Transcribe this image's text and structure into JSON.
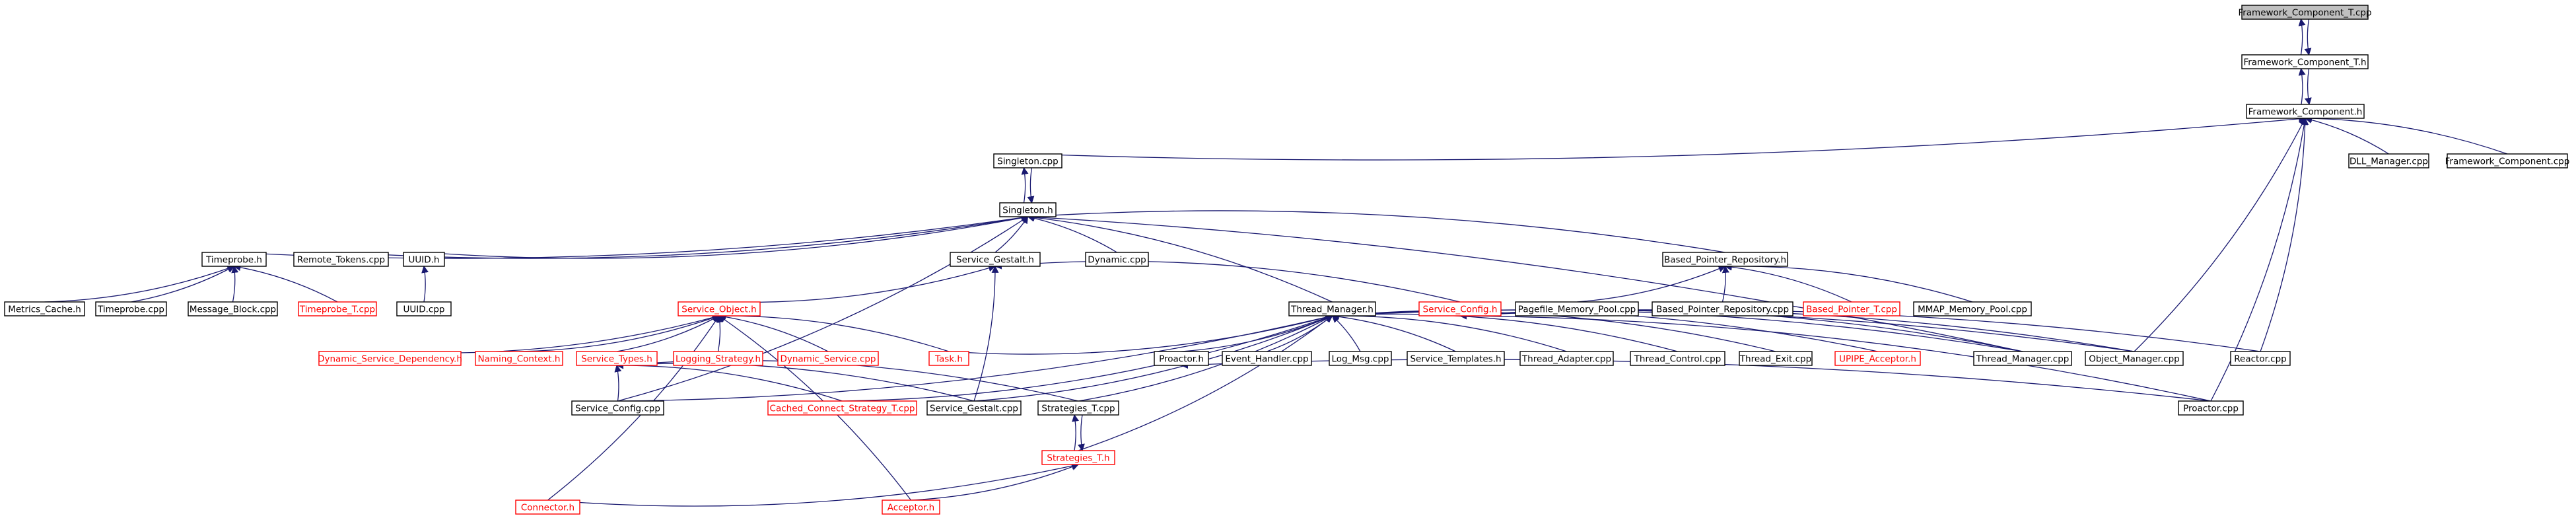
{
  "diagram": {
    "type": "include-dependency-graph",
    "colors": {
      "edge": "#191970",
      "normal_border": "#000000",
      "red_border": "#ff0000",
      "root_fill": "#bfbfbf"
    },
    "nodes": [
      {
        "id": "fct_cpp",
        "label": "Framework_Component_T.cpp",
        "style": "root"
      },
      {
        "id": "fct_h",
        "label": "Framework_Component_T.h",
        "style": "normal"
      },
      {
        "id": "fc_h",
        "label": "Framework_Component.h",
        "style": "normal"
      },
      {
        "id": "singleton_cpp",
        "label": "Singleton.cpp",
        "style": "normal"
      },
      {
        "id": "dll_manager_cpp",
        "label": "DLL_Manager.cpp",
        "style": "normal"
      },
      {
        "id": "fc_cpp",
        "label": "Framework_Component.cpp",
        "style": "normal"
      },
      {
        "id": "singleton_h",
        "label": "Singleton.h",
        "style": "normal"
      },
      {
        "id": "timeprobe_h",
        "label": "Timeprobe.h",
        "style": "normal"
      },
      {
        "id": "remote_tokens_cpp",
        "label": "Remote_Tokens.cpp",
        "style": "normal"
      },
      {
        "id": "uuid_h",
        "label": "UUID.h",
        "style": "normal"
      },
      {
        "id": "service_gestalt_h",
        "label": "Service_Gestalt.h",
        "style": "normal"
      },
      {
        "id": "dynamic_cpp",
        "label": "Dynamic.cpp",
        "style": "normal"
      },
      {
        "id": "bpr_h",
        "label": "Based_Pointer_Repository.h",
        "style": "normal"
      },
      {
        "id": "metrics_cache_h",
        "label": "Metrics_Cache.h",
        "style": "normal"
      },
      {
        "id": "timeprobe_cpp",
        "label": "Timeprobe.cpp",
        "style": "normal"
      },
      {
        "id": "message_block_cpp",
        "label": "Message_Block.cpp",
        "style": "normal"
      },
      {
        "id": "timeprobe_t_cpp",
        "label": "Timeprobe_T.cpp",
        "style": "red"
      },
      {
        "id": "uuid_cpp",
        "label": "UUID.cpp",
        "style": "normal"
      },
      {
        "id": "service_object_h",
        "label": "Service_Object.h",
        "style": "red"
      },
      {
        "id": "thread_manager_h",
        "label": "Thread_Manager.h",
        "style": "normal"
      },
      {
        "id": "service_config_h",
        "label": "Service_Config.h",
        "style": "red"
      },
      {
        "id": "pmp_cpp",
        "label": "Pagefile_Memory_Pool.cpp",
        "style": "normal"
      },
      {
        "id": "bpr_cpp",
        "label": "Based_Pointer_Repository.cpp",
        "style": "normal"
      },
      {
        "id": "bpt_cpp",
        "label": "Based_Pointer_T.cpp",
        "style": "red"
      },
      {
        "id": "mmap_cpp",
        "label": "MMAP_Memory_Pool.cpp",
        "style": "normal"
      },
      {
        "id": "dsd_h",
        "label": "Dynamic_Service_Dependency.h",
        "style": "red"
      },
      {
        "id": "naming_context_h",
        "label": "Naming_Context.h",
        "style": "red"
      },
      {
        "id": "svc_types_h",
        "label": "Service_Types.h",
        "style": "red"
      },
      {
        "id": "logging_strategy_h",
        "label": "Logging_Strategy.h",
        "style": "red"
      },
      {
        "id": "dynamic_service_cpp",
        "label": "Dynamic_Service.cpp",
        "style": "red"
      },
      {
        "id": "task_h",
        "label": "Task.h",
        "style": "red"
      },
      {
        "id": "proactor_h",
        "label": "Proactor.h",
        "style": "normal"
      },
      {
        "id": "event_handler_cpp",
        "label": "Event_Handler.cpp",
        "style": "normal"
      },
      {
        "id": "log_msg_cpp",
        "label": "Log_Msg.cpp",
        "style": "normal"
      },
      {
        "id": "svc_templates_h",
        "label": "Service_Templates.h",
        "style": "normal"
      },
      {
        "id": "thread_adapter_cpp",
        "label": "Thread_Adapter.cpp",
        "style": "normal"
      },
      {
        "id": "thread_control_cpp",
        "label": "Thread_Control.cpp",
        "style": "normal"
      },
      {
        "id": "thread_exit_cpp",
        "label": "Thread_Exit.cpp",
        "style": "normal"
      },
      {
        "id": "upipe_acceptor_h",
        "label": "UPIPE_Acceptor.h",
        "style": "red"
      },
      {
        "id": "thread_manager_cpp",
        "label": "Thread_Manager.cpp",
        "style": "normal"
      },
      {
        "id": "object_manager_cpp",
        "label": "Object_Manager.cpp",
        "style": "normal"
      },
      {
        "id": "reactor_cpp",
        "label": "Reactor.cpp",
        "style": "normal"
      },
      {
        "id": "service_config_cpp",
        "label": "Service_Config.cpp",
        "style": "normal"
      },
      {
        "id": "ccst_cpp",
        "label": "Cached_Connect_Strategy_T.cpp",
        "style": "red"
      },
      {
        "id": "service_gestalt_cpp",
        "label": "Service_Gestalt.cpp",
        "style": "normal"
      },
      {
        "id": "strategies_t_cpp",
        "label": "Strategies_T.cpp",
        "style": "normal"
      },
      {
        "id": "proactor_cpp",
        "label": "Proactor.cpp",
        "style": "normal"
      },
      {
        "id": "strategies_t_h",
        "label": "Strategies_T.h",
        "style": "red"
      },
      {
        "id": "connector_h",
        "label": "Connector.h",
        "style": "red"
      },
      {
        "id": "acceptor_h",
        "label": "Acceptor.h",
        "style": "red"
      }
    ],
    "edges": [
      [
        "fct_h",
        "fct_cpp"
      ],
      [
        "fct_cpp",
        "fct_h"
      ],
      [
        "fc_h",
        "fct_h"
      ],
      [
        "fct_h",
        "fc_h"
      ],
      [
        "singleton_cpp",
        "fc_h"
      ],
      [
        "dll_manager_cpp",
        "fc_h"
      ],
      [
        "fc_cpp",
        "fc_h"
      ],
      [
        "object_manager_cpp",
        "fc_h"
      ],
      [
        "reactor_cpp",
        "fc_h"
      ],
      [
        "proactor_cpp",
        "fc_h"
      ],
      [
        "singleton_h",
        "singleton_cpp"
      ],
      [
        "singleton_cpp",
        "singleton_h"
      ],
      [
        "timeprobe_h",
        "singleton_h"
      ],
      [
        "remote_tokens_cpp",
        "singleton_h"
      ],
      [
        "uuid_h",
        "singleton_h"
      ],
      [
        "service_gestalt_h",
        "singleton_h"
      ],
      [
        "dynamic_cpp",
        "singleton_h"
      ],
      [
        "bpr_h",
        "singleton_h"
      ],
      [
        "thread_manager_h",
        "singleton_h"
      ],
      [
        "thread_manager_cpp",
        "singleton_h"
      ],
      [
        "service_config_cpp",
        "singleton_h"
      ],
      [
        "metrics_cache_h",
        "timeprobe_h"
      ],
      [
        "timeprobe_cpp",
        "timeprobe_h"
      ],
      [
        "message_block_cpp",
        "timeprobe_h"
      ],
      [
        "timeprobe_t_cpp",
        "timeprobe_h"
      ],
      [
        "uuid_cpp",
        "uuid_h"
      ],
      [
        "service_object_h",
        "service_gestalt_h"
      ],
      [
        "service_config_h",
        "service_gestalt_h"
      ],
      [
        "service_gestalt_cpp",
        "service_gestalt_h"
      ],
      [
        "pmp_cpp",
        "bpr_h"
      ],
      [
        "bpr_cpp",
        "bpr_h"
      ],
      [
        "bpt_cpp",
        "bpr_h"
      ],
      [
        "mmap_cpp",
        "bpr_h"
      ],
      [
        "dsd_h",
        "service_object_h"
      ],
      [
        "naming_context_h",
        "service_object_h"
      ],
      [
        "svc_types_h",
        "service_object_h"
      ],
      [
        "logging_strategy_h",
        "service_object_h"
      ],
      [
        "dynamic_service_cpp",
        "service_object_h"
      ],
      [
        "task_h",
        "service_object_h"
      ],
      [
        "connector_h",
        "service_object_h"
      ],
      [
        "acceptor_h",
        "service_object_h"
      ],
      [
        "service_config_cpp",
        "svc_types_h"
      ],
      [
        "ccst_cpp",
        "svc_types_h"
      ],
      [
        "service_gestalt_cpp",
        "svc_types_h"
      ],
      [
        "strategies_t_cpp",
        "svc_types_h"
      ],
      [
        "task_h",
        "thread_manager_h"
      ],
      [
        "proactor_h",
        "thread_manager_h"
      ],
      [
        "event_handler_cpp",
        "thread_manager_h"
      ],
      [
        "log_msg_cpp",
        "thread_manager_h"
      ],
      [
        "svc_templates_h",
        "thread_manager_h"
      ],
      [
        "thread_adapter_cpp",
        "thread_manager_h"
      ],
      [
        "thread_control_cpp",
        "thread_manager_h"
      ],
      [
        "thread_exit_cpp",
        "thread_manager_h"
      ],
      [
        "upipe_acceptor_h",
        "thread_manager_h"
      ],
      [
        "thread_manager_cpp",
        "thread_manager_h"
      ],
      [
        "object_manager_cpp",
        "thread_manager_h"
      ],
      [
        "service_config_cpp",
        "thread_manager_h"
      ],
      [
        "ccst_cpp",
        "thread_manager_h"
      ],
      [
        "service_gestalt_cpp",
        "thread_manager_h"
      ],
      [
        "strategies_t_cpp",
        "thread_manager_h"
      ],
      [
        "strategies_t_h",
        "thread_manager_h"
      ],
      [
        "proactor_cpp",
        "proactor_h"
      ],
      [
        "thread_manager_cpp",
        "service_config_h"
      ],
      [
        "object_manager_cpp",
        "service_config_h"
      ],
      [
        "reactor_cpp",
        "service_config_h"
      ],
      [
        "proactor_cpp",
        "service_config_h"
      ],
      [
        "strategies_t_h",
        "strategies_t_cpp"
      ],
      [
        "strategies_t_cpp",
        "strategies_t_h"
      ],
      [
        "connector_h",
        "strategies_t_h"
      ],
      [
        "acceptor_h",
        "strategies_t_h"
      ]
    ]
  }
}
